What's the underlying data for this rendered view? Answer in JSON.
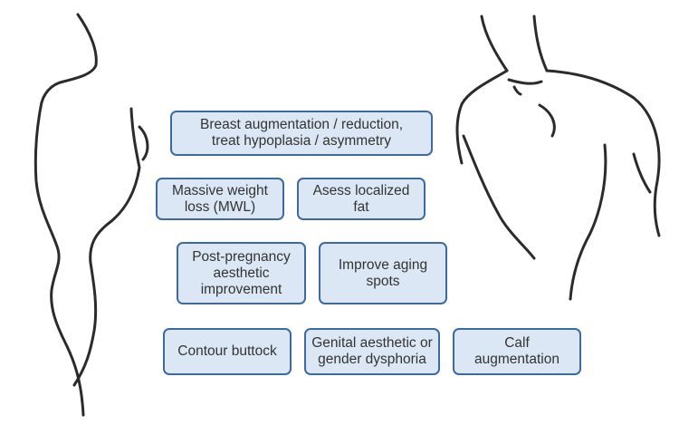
{
  "diagram": {
    "boxes": [
      {
        "text": "Breast augmentation / reduction,\ntreat hypoplasia / asymmetry"
      },
      {
        "text": "Massive weight\nloss (MWL)"
      },
      {
        "text": "Asess localized\nfat"
      },
      {
        "text": "Post-pregnancy\naesthetic\nimprovement"
      },
      {
        "text": "Improve aging\nspots"
      },
      {
        "text": "Contour buttock"
      },
      {
        "text": "Genital aesthetic or\ngender dysphoria"
      },
      {
        "text": "Calf\naugmentation"
      }
    ],
    "colors": {
      "box_fill": "#dbe7f4",
      "box_border": "#3e6aa0",
      "text": "#333333",
      "line_art": "#2b2b2b"
    }
  }
}
